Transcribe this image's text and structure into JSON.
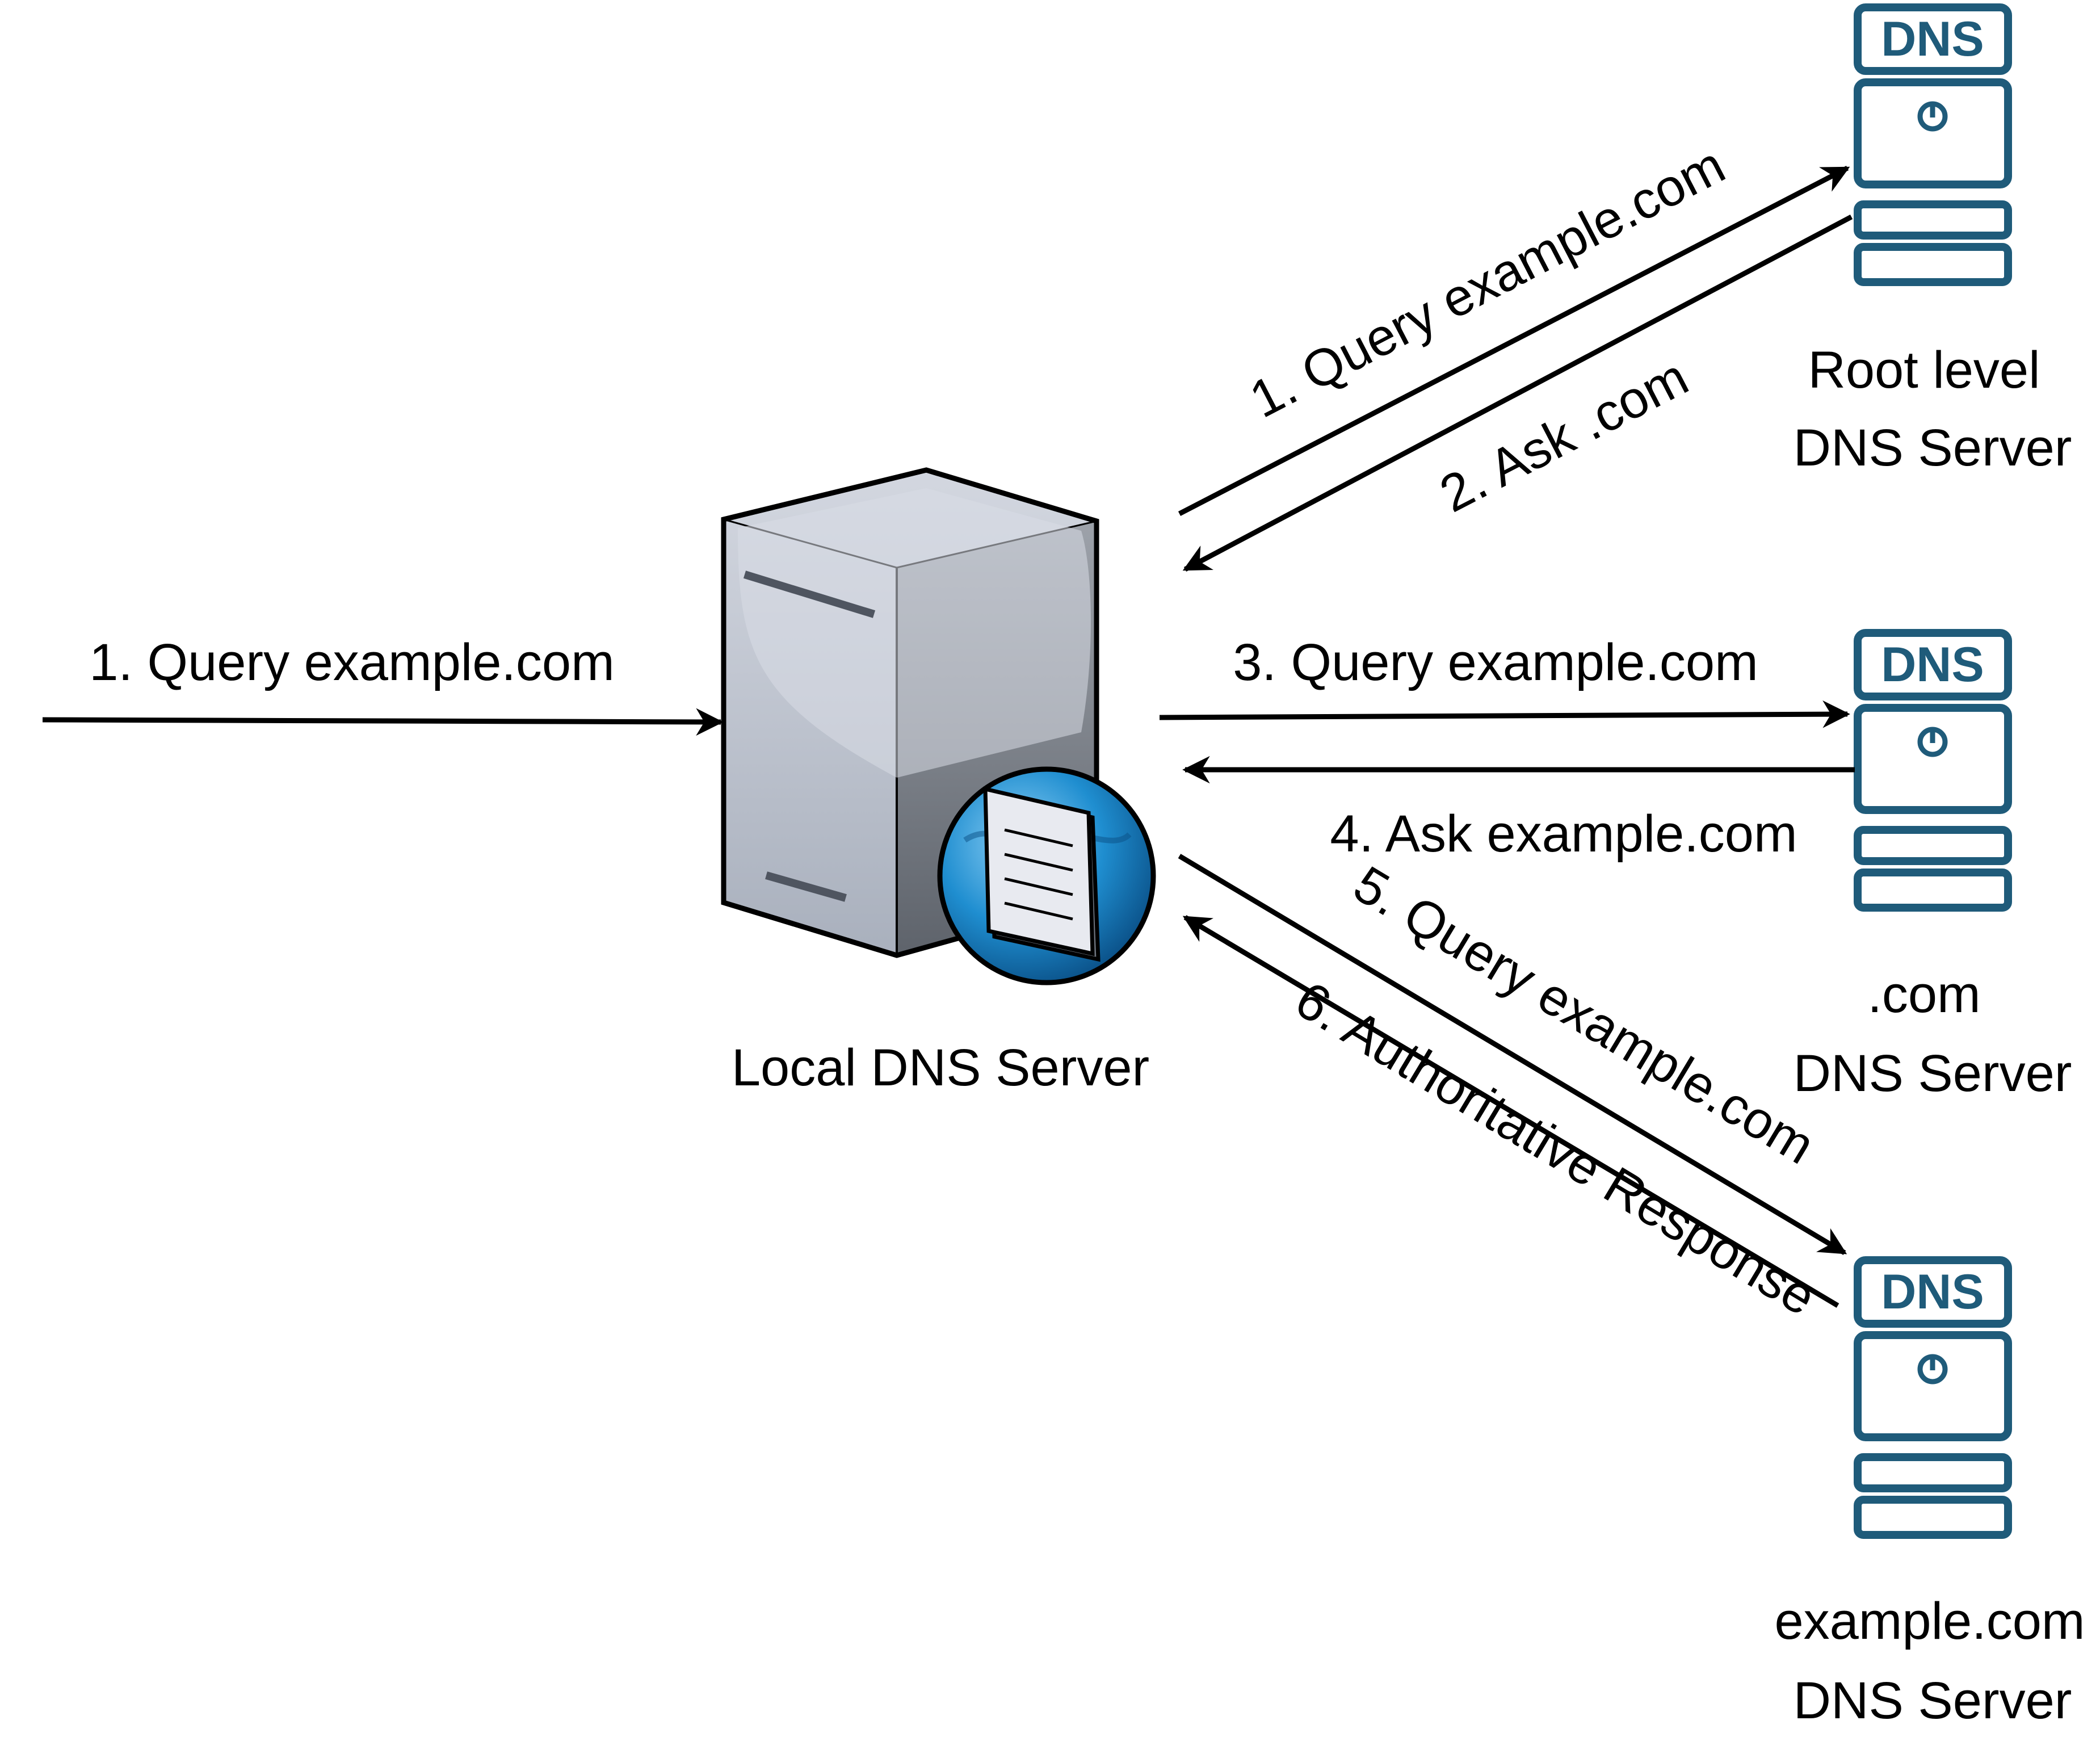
{
  "dns_badge": "DNS",
  "colors": {
    "server_outline": "#1f5b7a",
    "arrow": "#000000",
    "local_server_body": "#a9b0bd"
  },
  "local_server": {
    "label": "Local DNS Server",
    "icon": "server-with-globe-document-icon"
  },
  "root_server": {
    "label_line1": "Root level",
    "label_line2": "DNS Server"
  },
  "com_server": {
    "label_line1": ".com",
    "label_line2": "DNS Server"
  },
  "example_server": {
    "label_line1": "example.com",
    "label_line2": "DNS Server"
  },
  "steps": {
    "client_query": "1. Query example.com",
    "root_query": "1. Query example.com",
    "root_reply": "2. Ask .com",
    "com_query": "3. Query example.com",
    "com_reply": "4. Ask example.com",
    "auth_query": "5. Query example.com",
    "auth_reply": "6. Authoritative Response"
  }
}
